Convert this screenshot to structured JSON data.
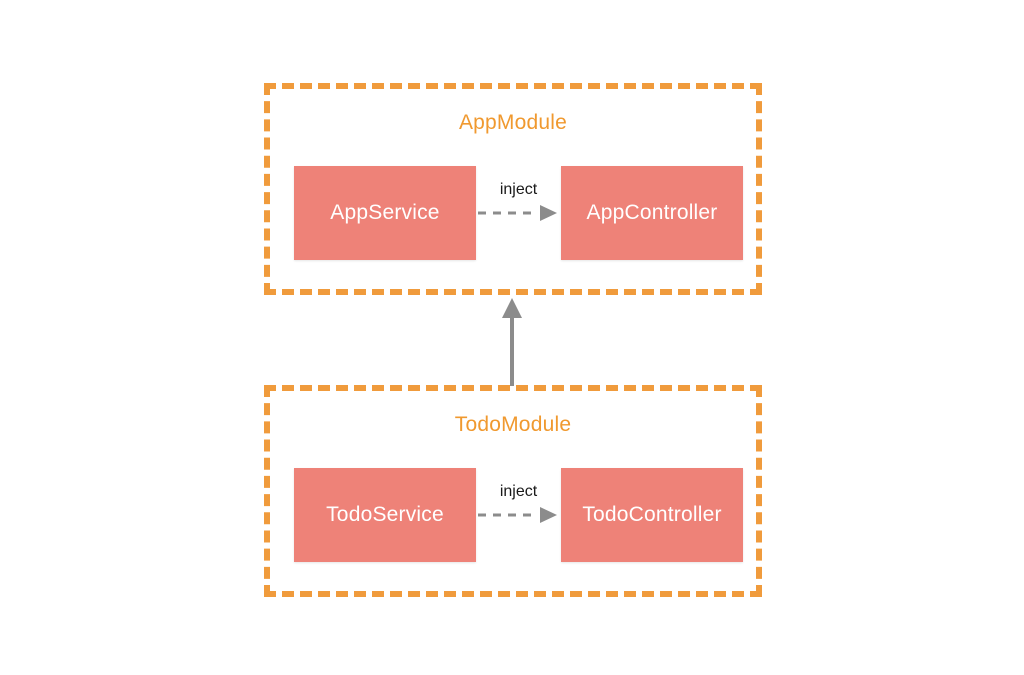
{
  "diagram": {
    "title_hidden": "",
    "colors": {
      "module_border": "#f09b3c",
      "module_title": "#f0992f",
      "component_fill": "#ee8278",
      "component_text": "#ffffff",
      "connector": "#8c8c8c",
      "label_text": "#1a1a1a",
      "background": "#ffffff"
    },
    "modules": [
      {
        "id": "app-module",
        "title": "AppModule",
        "service": "AppService",
        "controller": "AppController",
        "relation_label": "inject"
      },
      {
        "id": "todo-module",
        "title": "TodoModule",
        "service": "TodoService",
        "controller": "TodoController",
        "relation_label": "inject"
      }
    ],
    "module_link": {
      "from": "TodoModule",
      "to": "AppModule",
      "label": "",
      "direction": "up",
      "style": "solid"
    }
  }
}
